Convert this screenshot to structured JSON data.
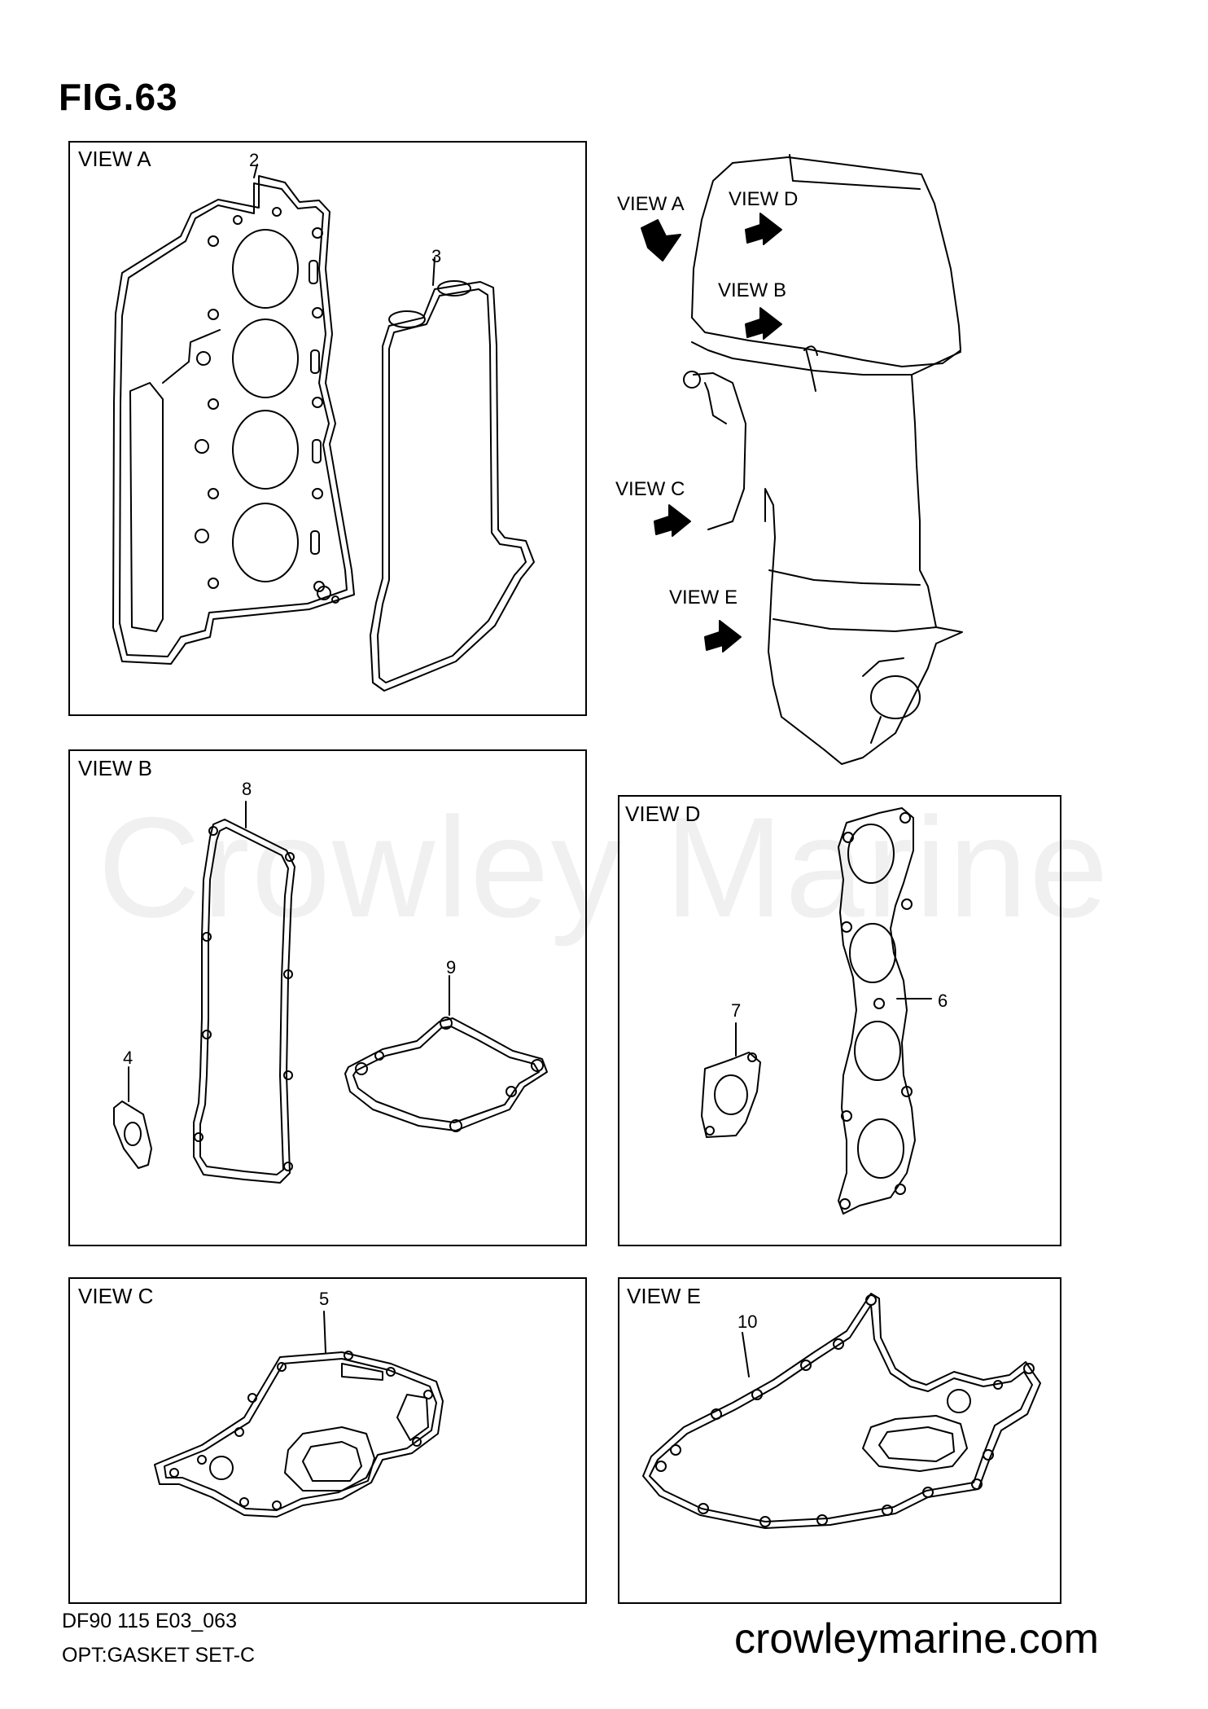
{
  "title": "FIG.63",
  "watermark": "Crowley Marine",
  "views": {
    "a": {
      "label": "VIEW A",
      "parts": [
        "2",
        "3"
      ]
    },
    "b": {
      "label": "VIEW B",
      "parts": [
        "8",
        "4",
        "9"
      ]
    },
    "c": {
      "label": "VIEW C",
      "parts": [
        "5"
      ]
    },
    "d": {
      "label": "VIEW D",
      "parts": [
        "7",
        "6"
      ]
    },
    "e": {
      "label": "VIEW E",
      "parts": [
        "10"
      ]
    }
  },
  "engine_view_tags": [
    "VIEW A",
    "VIEW D",
    "VIEW B",
    "VIEW C",
    "VIEW E"
  ],
  "footer": {
    "code": "DF90 115 E03_063",
    "name": "OPT:GASKET SET-C",
    "site": "crowleymarine.com"
  }
}
